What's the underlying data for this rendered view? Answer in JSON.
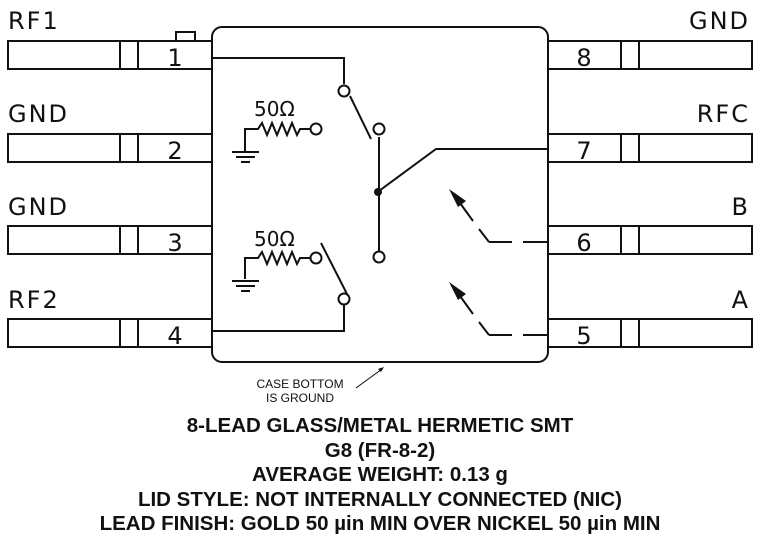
{
  "diagram": {
    "pins_left": [
      {
        "number": "1",
        "label": "RF1"
      },
      {
        "number": "2",
        "label": "GND"
      },
      {
        "number": "3",
        "label": "GND"
      },
      {
        "number": "4",
        "label": "RF2"
      }
    ],
    "pins_right": [
      {
        "number": "8",
        "label": "GND"
      },
      {
        "number": "7",
        "label": "RFC"
      },
      {
        "number": "6",
        "label": "B"
      },
      {
        "number": "5",
        "label": "A"
      }
    ],
    "resistors": [
      {
        "value": "50Ω"
      },
      {
        "value": "50Ω"
      }
    ],
    "case_note": {
      "line1": "CASE BOTTOM",
      "line2": "IS GROUND"
    },
    "colors": {
      "ink": "#111111",
      "background": "#ffffff"
    }
  },
  "caption": {
    "line1": "8-LEAD GLASS/METAL HERMETIC SMT",
    "line2": "G8 (FR-8-2)",
    "line3": "AVERAGE WEIGHT: 0.13 g",
    "line4": "LID STYLE: NOT INTERNALLY CONNECTED (NIC)",
    "line5": "LEAD FINISH: GOLD 50 µin MIN OVER NICKEL 50 µin MIN"
  }
}
